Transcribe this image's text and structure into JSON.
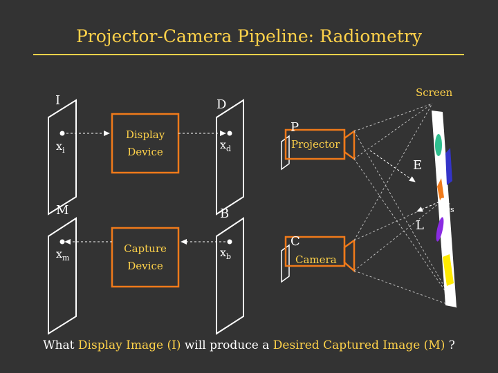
{
  "title": "Projector-Camera Pipeline: Radiometry",
  "colors": {
    "accent": "#ffd24a",
    "box_border": "#f07a1a",
    "background": "#333333",
    "surface": "#ffffff"
  },
  "labels": {
    "I": "I",
    "D": "D",
    "M": "M",
    "B": "B",
    "xi": "x",
    "xi_sub": "i",
    "xd": "x",
    "xd_sub": "d",
    "xm": "x",
    "xm_sub": "m",
    "xb": "x",
    "xb_sub": "b",
    "xs": "x",
    "xs_sub": "s",
    "P": "P",
    "C": "C",
    "E": "E",
    "L": "L",
    "screen": "Screen",
    "projector": "Projector",
    "camera": "Camera"
  },
  "boxes": {
    "display_line1": "Display",
    "display_line2": "Device",
    "capture_line1": "Capture",
    "capture_line2": "Device"
  },
  "question": {
    "p1": "What ",
    "p2": "Display Image (I)",
    "p3": " will produce a ",
    "p4": "Desired Captured Image (M)",
    "p5": " ?"
  }
}
